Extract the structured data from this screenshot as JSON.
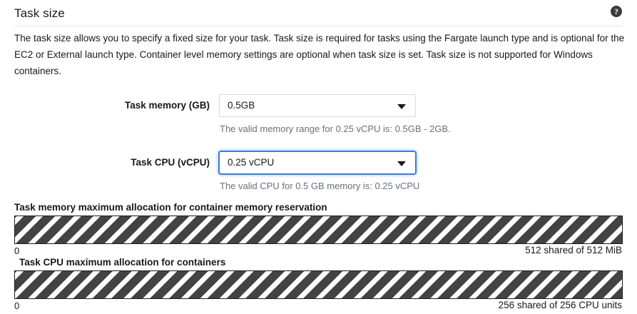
{
  "header": {
    "title": "Task size",
    "help_icon": "help-circle-icon",
    "help_glyph": "?"
  },
  "description": "The task size allows you to specify a fixed size for your task. Task size is required for tasks using the Fargate launch type and is optional for the EC2 or External launch type. Container level memory settings are optional when task size is set. Task size is not supported for Windows containers.",
  "form": {
    "memory": {
      "label": "Task memory (GB)",
      "value": "0.5GB",
      "caret_icon": "chevron-down-icon",
      "helper": "The valid memory range for 0.25 vCPU is: 0.5GB - 2GB.",
      "focused": false
    },
    "cpu": {
      "label": "Task CPU (vCPU)",
      "value": "0.25 vCPU",
      "caret_icon": "chevron-down-icon",
      "helper": "The valid CPU for 0.5 GB memory is: 0.25 vCPU",
      "focused": true
    }
  },
  "allocation": {
    "memory": {
      "label": "Task memory maximum allocation for container memory reservation",
      "min": "0",
      "max": "512 shared of 512 MiB",
      "fill_percent": 100
    },
    "cpu": {
      "label": "Task CPU maximum allocation for containers",
      "min": "0",
      "max": "256 shared of 256 CPU units",
      "fill_percent": 100
    }
  },
  "colors": {
    "focus_blue": "#3b7cd8",
    "bar_stripe": "#434343",
    "text": "#16191f",
    "helper_text": "#6b7176",
    "rule": "#e4e4e4"
  }
}
